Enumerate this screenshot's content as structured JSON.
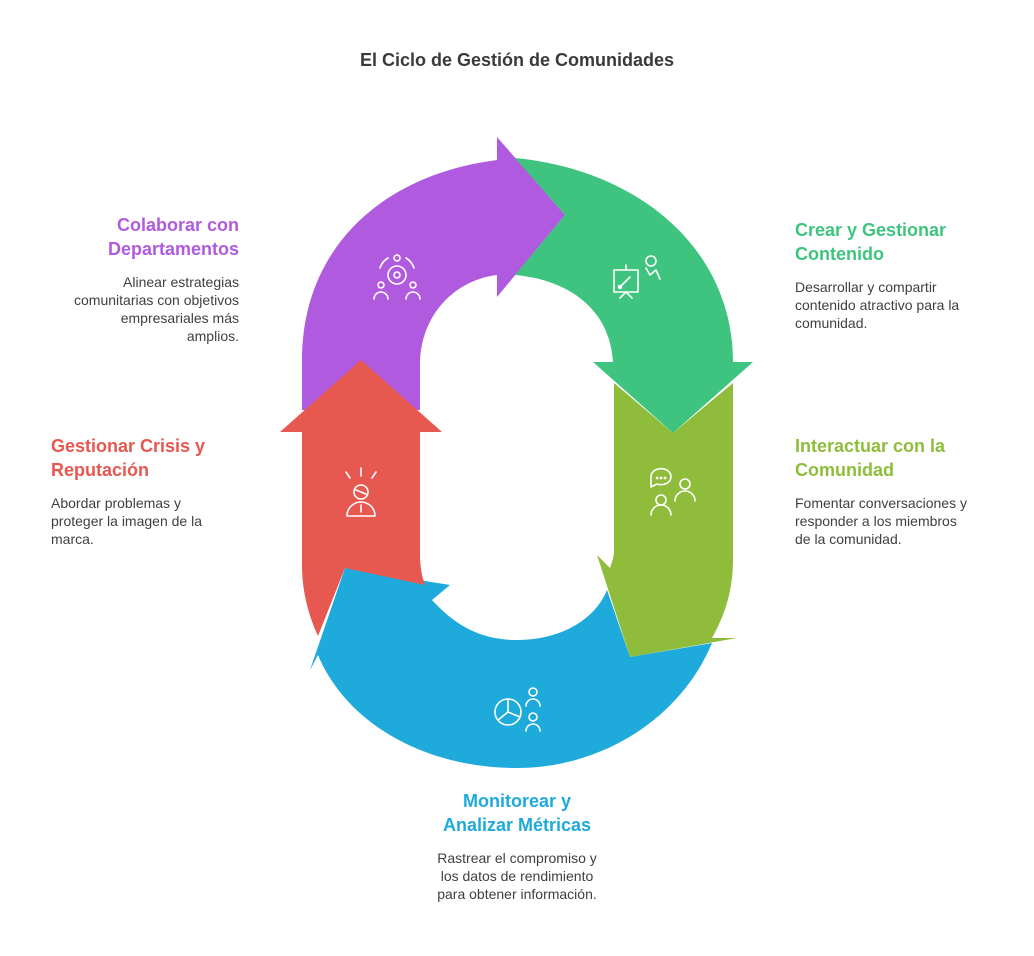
{
  "title": "El Ciclo de Gestión de Comunidades",
  "steps": [
    {
      "id": "crear",
      "title_l1": "Crear y Gestionar",
      "title_l2": "Contenido",
      "desc_l1": "Desarrollar y compartir",
      "desc_l2": "contenido atractivo para la",
      "desc_l3": "comunidad.",
      "color": "#3ec47f",
      "icon": "presentation-board-icon"
    },
    {
      "id": "interactuar",
      "title_l1": "Interactuar con la",
      "title_l2": "Comunidad",
      "desc_l1": "Fomentar conversaciones y",
      "desc_l2": "responder a los miembros",
      "desc_l3": "de la comunidad.",
      "color": "#8fbd3b",
      "icon": "chat-people-icon"
    },
    {
      "id": "monitorear",
      "title_l1": "Monitorear y",
      "title_l2": "Analizar Métricas",
      "desc_l1": "Rastrear el compromiso y",
      "desc_l2": "los datos de rendimiento",
      "desc_l3": "para obtener información.",
      "color": "#1eaadb",
      "icon": "pie-chart-people-icon"
    },
    {
      "id": "crisis",
      "title_l1": "Gestionar Crisis y",
      "title_l2": "Reputación",
      "desc_l1": "Abordar problemas y",
      "desc_l2": "proteger la imagen de la",
      "desc_l3": "marca.",
      "color": "#e65850",
      "icon": "stressed-person-icon"
    },
    {
      "id": "colaborar",
      "title_l1": "Colaborar con",
      "title_l2": "Departamentos",
      "desc_l1": "Alinear estrategias",
      "desc_l2": "comunitarias con objetivos",
      "desc_l3": "empresariales más",
      "desc_l4": "amplios.",
      "color": "#b05ae0",
      "icon": "team-gear-icon"
    }
  ]
}
